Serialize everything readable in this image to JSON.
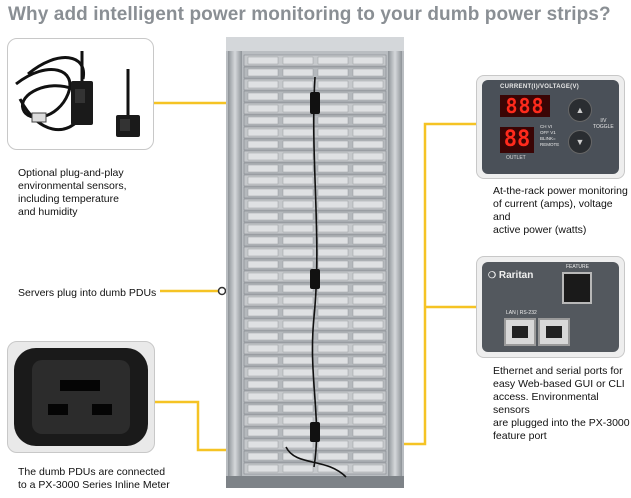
{
  "title": "Why add intelligent power monitoring to your dumb power strips?",
  "captions": {
    "sensors": [
      "Optional plug-and-play",
      "environmental sensors,",
      "including temperature",
      "and humidity"
    ],
    "servers": [
      "Servers plug into dumb PDUs"
    ],
    "pdus": [
      "The dumb PDUs are connected",
      "to a PX-3000 Series Inline Meter"
    ],
    "monitoring": [
      "At-the-rack power monitoring",
      "of current (amps), voltage and",
      "active power (watts)"
    ],
    "ports": [
      "Ethernet and serial ports for",
      "easy Web-based GUI or CLI",
      "access. Environmental sensors",
      "are plugged into the PX-3000",
      "feature port"
    ]
  },
  "meter": {
    "header": "CURRENT(I)/VOLTAGE(V)",
    "top_digits": "888",
    "bottom_digits": "88",
    "outlet_label": "OUTLET",
    "indicators": [
      "CH VI",
      "OFF V1",
      "BLINK=",
      "REMOTE"
    ],
    "toggle_label": "TOGGLE",
    "toggle_sub": "I/V"
  },
  "ports_panel": {
    "brand": "Raritan",
    "feature_label": "FEATURE",
    "port_label": "LAN | RS-232"
  },
  "colors": {
    "accent": "#f5c324",
    "title": "#8a8f94",
    "led": "#e0201a"
  }
}
